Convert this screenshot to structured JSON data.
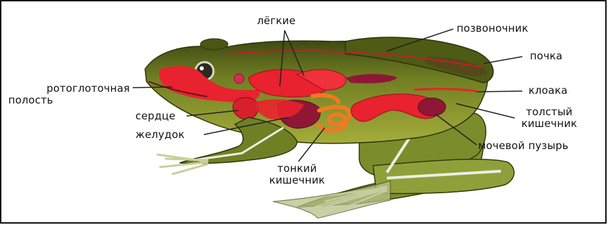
{
  "labels": {
    "lungs": "лёгкие",
    "spine": "позвоночник",
    "kidney": "почка",
    "oral_cavity_line1": "ротоглоточная",
    "oral_cavity_line2": "полость",
    "cloaca": "клоака",
    "heart": "сердце",
    "large_intestine_line1": "толстый",
    "large_intestine_line2": "кишечник",
    "stomach": "желудок",
    "bladder": "мочевой пузырь",
    "small_intestine_line1": "тонкий",
    "small_intestine_line2": "кишечник"
  },
  "colors": {
    "skin_back": "#5e6b1e",
    "skin_belly": "#9aa632",
    "organ_red": "#e8222e",
    "organ_dark": "#8f1736",
    "bone": "#e9efe4",
    "leader_line": "#222222"
  }
}
